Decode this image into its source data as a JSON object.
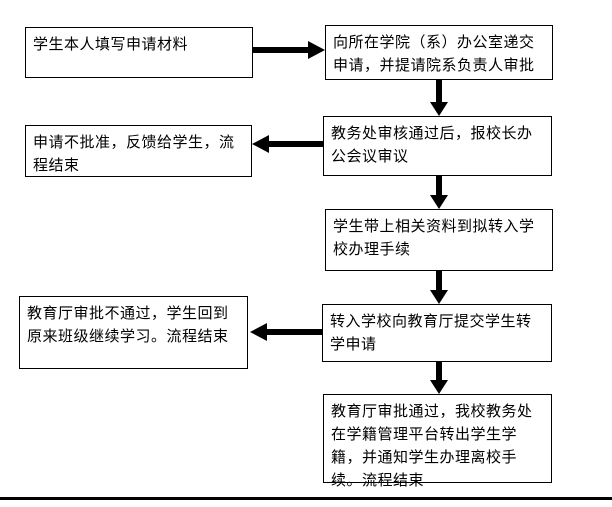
{
  "page": {
    "background_color": "#ffffff",
    "line_color": "#000000",
    "text_color": "#000000"
  },
  "flowchart": {
    "description": "Student transfer application process flowchart",
    "nodes": {
      "l1": {
        "text": "学生本人填写申请材料"
      },
      "l2": {
        "text": "申请不批准，反馈给学生，流程结束"
      },
      "l3": {
        "text": "教育厅审批不通过，学生回到原来班级继续学习。流程结束"
      },
      "r1": {
        "text": "向所在学院（系）办公室递交申请，并提请院系负责人审批"
      },
      "r2": {
        "text": "教务处审核通过后，报校长办公会议审议"
      },
      "r3": {
        "text": "学生带上相关资料到拟转入学校办理手续"
      },
      "r4": {
        "text": "转入学校向教育厅提交学生转学申请"
      },
      "r5": {
        "text": "教育厅审批通过，我校教务处在学籍管理平台转出学生学籍，并通知学生办理离校手续。流程结束"
      }
    },
    "edges": [
      {
        "from": "l1",
        "to": "r1",
        "direction": "right"
      },
      {
        "from": "r1",
        "to": "r2",
        "direction": "down"
      },
      {
        "from": "r2",
        "to": "l2",
        "direction": "left"
      },
      {
        "from": "r2",
        "to": "r3",
        "direction": "down"
      },
      {
        "from": "r3",
        "to": "r4",
        "direction": "down"
      },
      {
        "from": "r4",
        "to": "l3",
        "direction": "left"
      },
      {
        "from": "r4",
        "to": "r5",
        "direction": "down"
      }
    ]
  }
}
